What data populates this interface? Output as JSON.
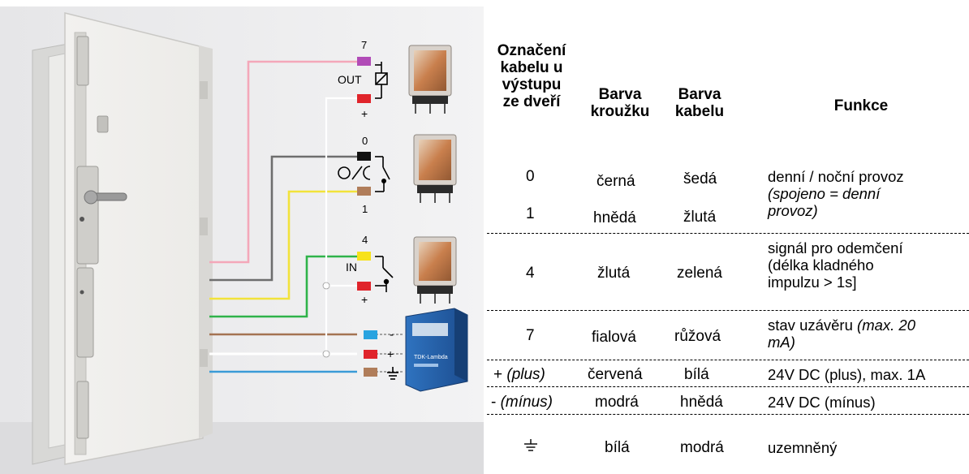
{
  "diagram": {
    "terminals": {
      "t7": "7",
      "out": "OUT",
      "plus_top": "+",
      "t0": "0",
      "t1": "1",
      "t4": "4",
      "in": "IN",
      "plus_mid": "+",
      "minus": "-",
      "plus_low": "+"
    },
    "power_supply_brand": "TDK-Lambda"
  },
  "table": {
    "headers": {
      "cable_mark": [
        "Označení",
        "kabelu u",
        "výstupu",
        "ze dveří"
      ],
      "ring_color": [
        "Barva",
        "kroužku"
      ],
      "cable_color": [
        "Barva",
        "kabelu"
      ],
      "function": "Funkce"
    },
    "rows": [
      {
        "mark": "0",
        "ring": "černá",
        "cable": "šedá"
      },
      {
        "mark": "1",
        "ring": "hnědá",
        "cable": "žlutá"
      },
      {
        "mark": "4",
        "ring": "žlutá",
        "cable": "zelená"
      },
      {
        "mark": "7",
        "ring": "fialová",
        "cable": "růžová"
      },
      {
        "mark_prefix": "+ ",
        "mark_italic": "(plus)",
        "ring": "červená",
        "cable": "bílá"
      },
      {
        "mark_prefix": "- ",
        "mark_italic": "(mínus)",
        "ring": "modrá",
        "cable": "hnědá"
      },
      {
        "mark_symbol": "ground-symbol",
        "ring": "bílá",
        "cable": "modrá"
      }
    ],
    "functions": {
      "f01_a": "denní / noční provoz",
      "f01_b": "(spojeno = denní",
      "f01_c": "provoz)",
      "f4_a": "signál pro odemčení",
      "f4_b": "(délka kladného",
      "f4_c": "impulzu > 1s]",
      "f7_a": "stav uzávěru ",
      "f7_a_italic": "(max. 20",
      "f7_b": "mA)",
      "fplus": "24V DC (plus), max. 1A",
      "fminus": "24V DC (mínus)",
      "fground": "uzemněný"
    }
  },
  "colors": {
    "pink_wire": "#f4a7b9",
    "gray_wire": "#6e6e6e",
    "yellow_wire": "#f2e33a",
    "green_wire": "#2fb34a",
    "brown_wire": "#a47352",
    "blue_wire": "#3a9bd7",
    "purple_ring": "#b14bb7",
    "red_ring": "#e0242b",
    "yellow_ring": "#f7e21a",
    "blue_ring": "#29a3e0",
    "brown_ring": "#b07d5a",
    "black_ring": "#111111"
  }
}
